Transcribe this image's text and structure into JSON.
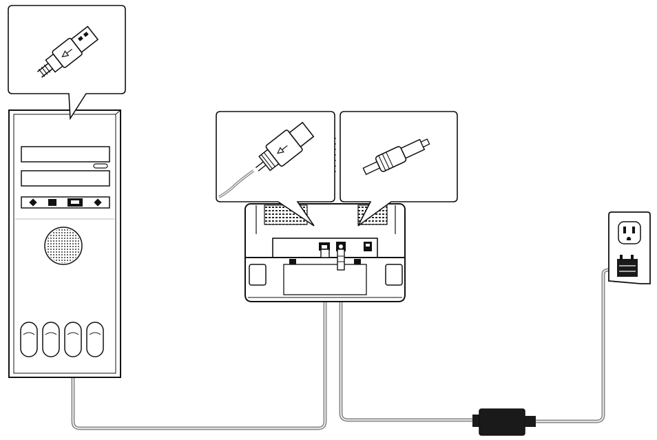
{
  "diagram": {
    "components": [
      {
        "id": "computer",
        "icon": "pc-tower-icon"
      },
      {
        "id": "scanner",
        "icon": "scanner-icon"
      },
      {
        "id": "power-adapter",
        "icon": "power-adapter-icon"
      },
      {
        "id": "wall-outlet",
        "icon": "wall-outlet-icon"
      }
    ],
    "callouts": [
      {
        "id": "usb-a-callout",
        "icon": "usb-a-plug-icon"
      },
      {
        "id": "usb-b-callout",
        "icon": "usb-b-plug-icon"
      },
      {
        "id": "dc-callout",
        "icon": "dc-barrel-plug-icon"
      }
    ],
    "connections": [
      {
        "from": "computer",
        "to": "scanner",
        "icon": "usb-cable-icon"
      },
      {
        "from": "scanner",
        "to": "power-adapter",
        "icon": "dc-cable-icon"
      },
      {
        "from": "power-adapter",
        "to": "wall-outlet",
        "icon": "power-cord-icon"
      }
    ],
    "colors": {
      "stroke": "#111111",
      "cable": "#8a8a8a",
      "fill_light": "#f2f2f2",
      "fill_dark": "#1a1a1a"
    }
  }
}
